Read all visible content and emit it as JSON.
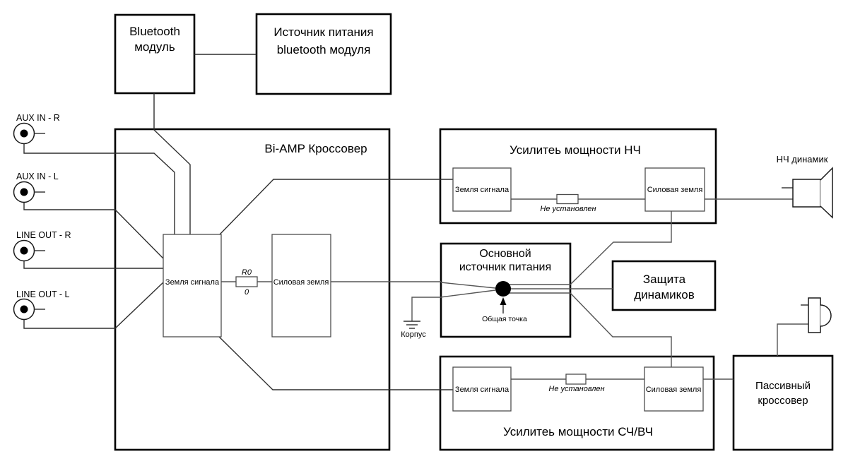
{
  "colors": {
    "background": "#ffffff",
    "outline": "#000000",
    "wire": "#565656",
    "common_point_dot": "#000000"
  },
  "bluetooth_module": {
    "line1": "Bluetooth",
    "line2": "модуль"
  },
  "bluetooth_psu": {
    "line1": "Источник питания",
    "line2": "bluetooth модуля"
  },
  "inputs": {
    "aux_r": "AUX IN - R",
    "aux_l": "AUX IN - L",
    "line_out_r": "LINE OUT - R",
    "line_out_l": "LINE OUT - L"
  },
  "biamp_crossover": {
    "title": "Bi-AMP Кроссовер",
    "signal_ground": "Земля сигнала",
    "power_ground": "Силовая земля",
    "resistor_label": "R0",
    "resistor_value": "0"
  },
  "amp_lf": {
    "title": "Усилитеь мощности НЧ",
    "signal_ground": "Земля сигнала",
    "power_ground": "Силовая земля",
    "resistor_note": "Не установлен"
  },
  "amp_mhf": {
    "title": "Усилитеь мощности СЧ/ВЧ",
    "signal_ground": "Земля сигнала",
    "power_ground": "Силовая земля",
    "resistor_note": "Не установлен"
  },
  "main_psu": {
    "line1": "Основной",
    "line2": "источник питания",
    "common_point": "Общая точка",
    "chassis": "Корпус"
  },
  "speaker_protection": {
    "line1": "Защита",
    "line2": "динамиков"
  },
  "passive_crossover": {
    "line1": "Пассивный",
    "line2": "кроссовер"
  },
  "lf_speaker": {
    "label": "НЧ динамик"
  }
}
